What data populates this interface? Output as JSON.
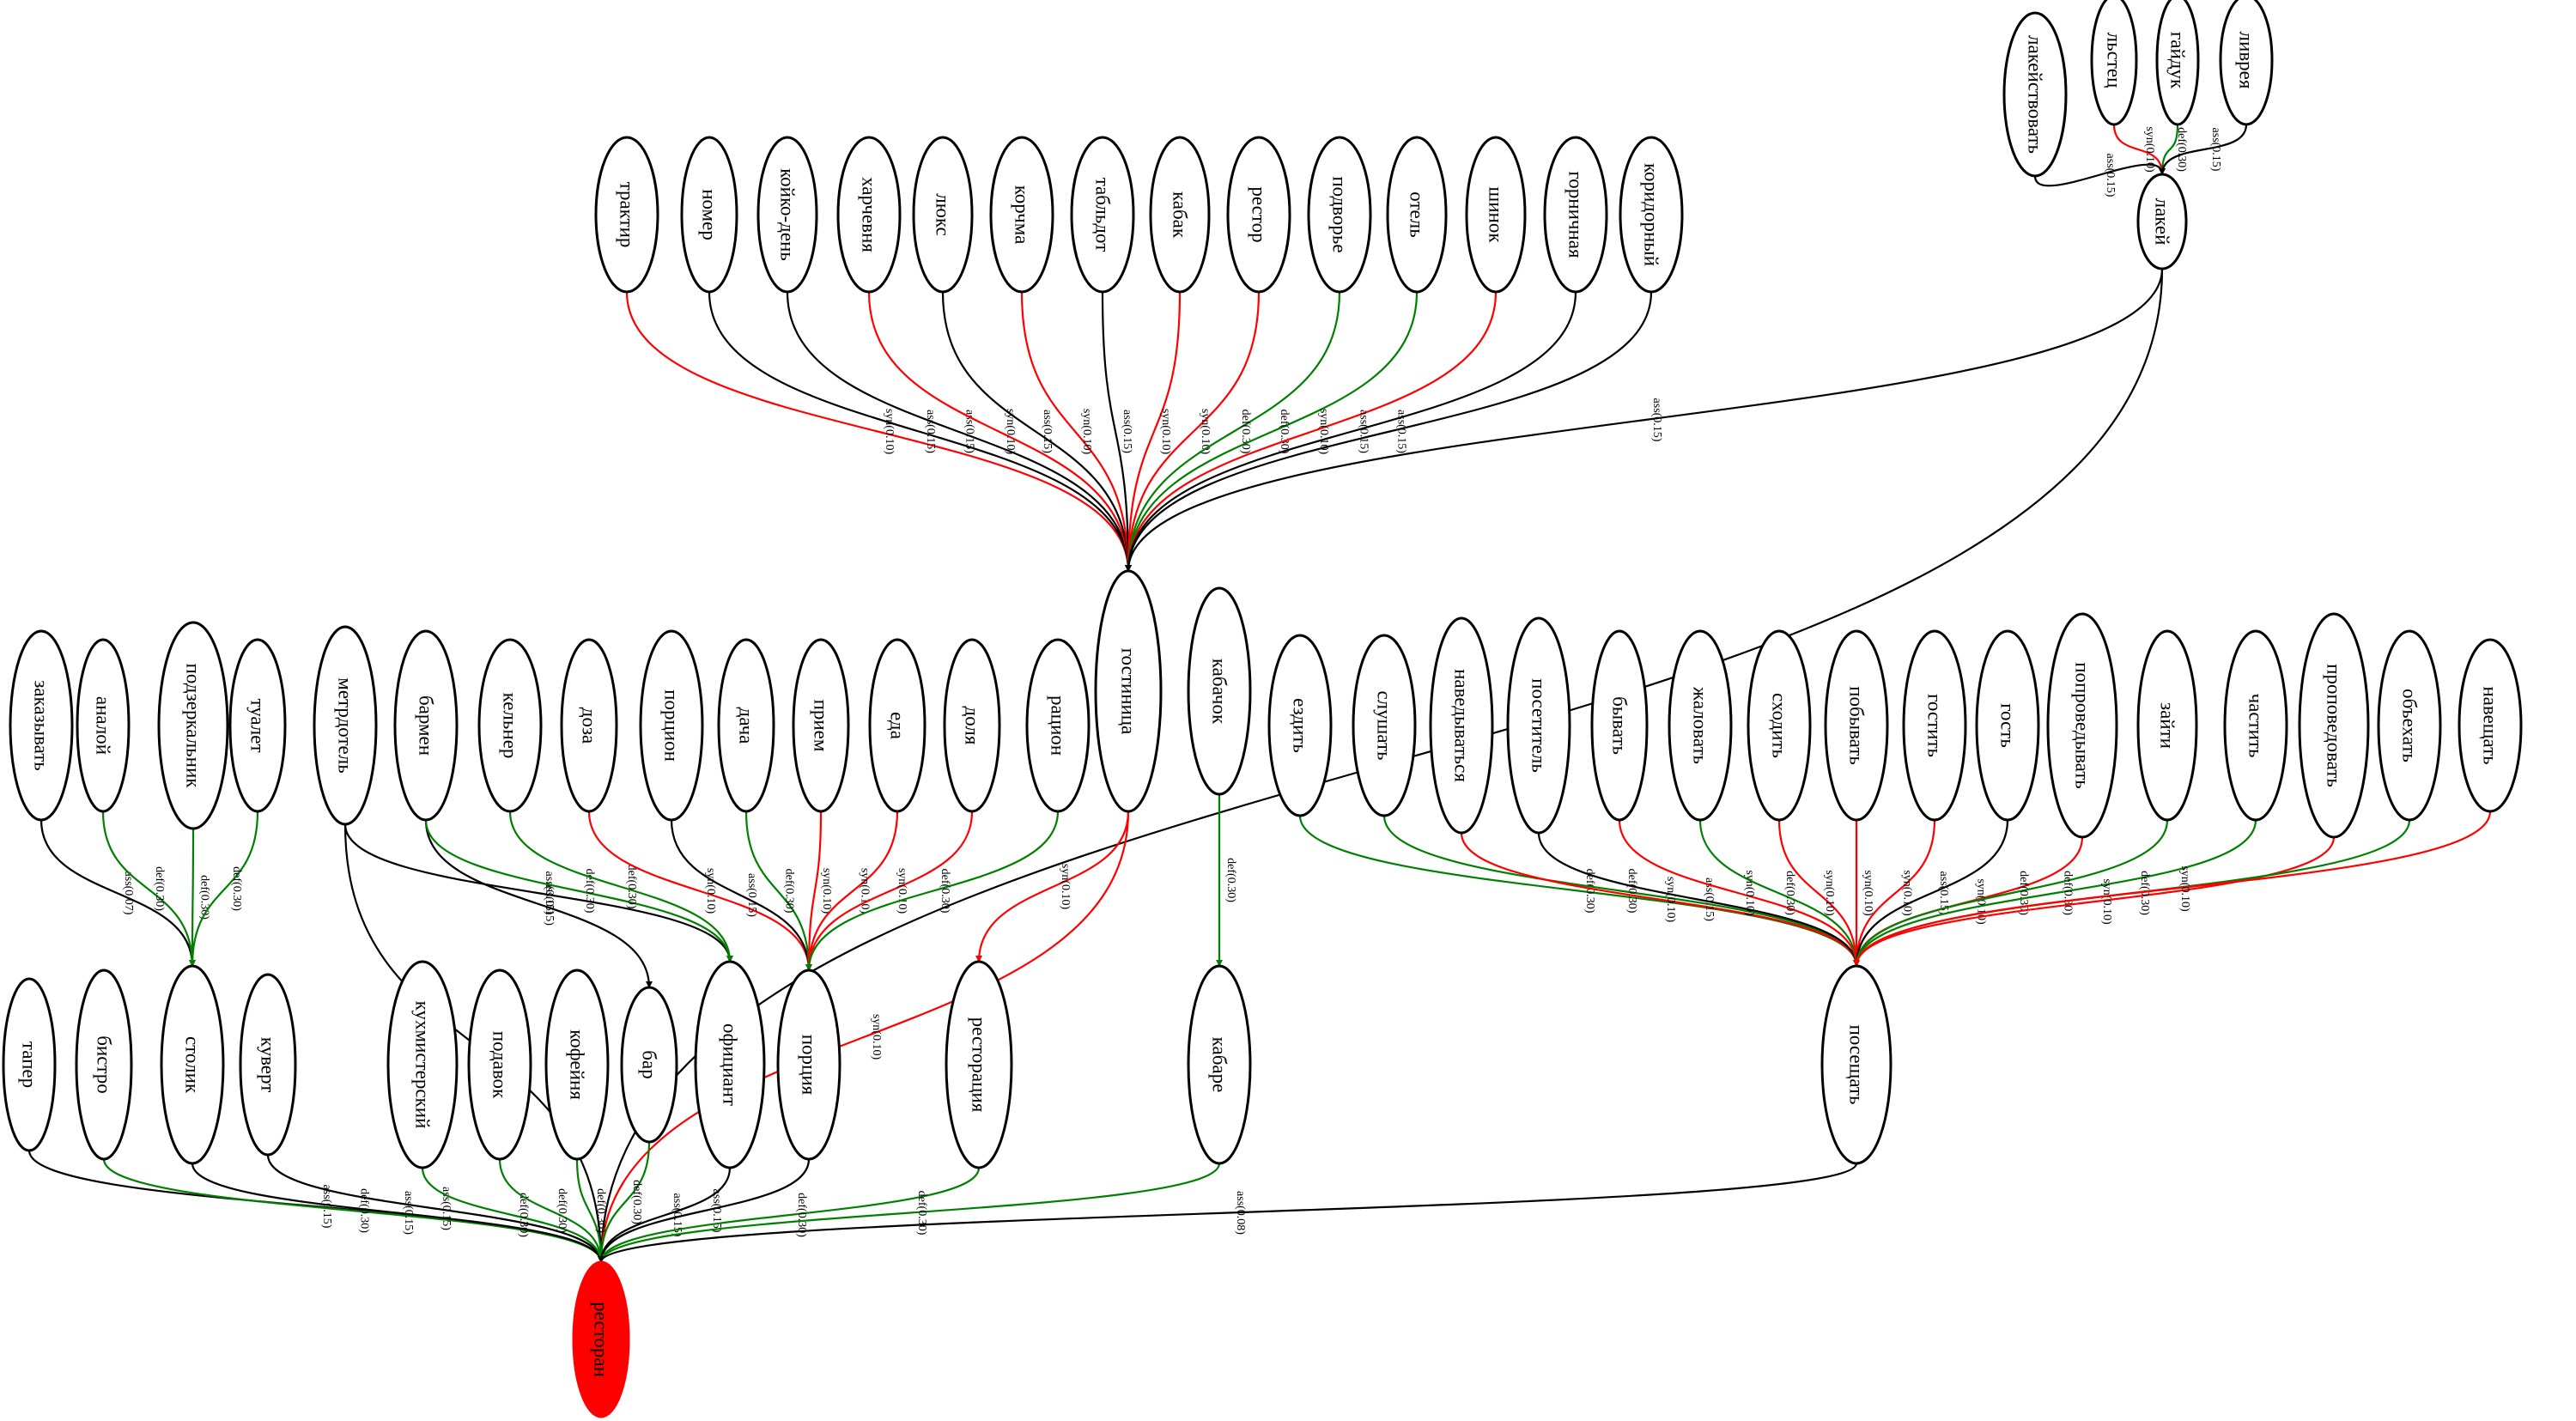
{
  "colors": {
    "ass": "#000000",
    "syn": "#ff0000",
    "def": "#008000",
    "root": "#ff0000"
  },
  "nodes": [
    {
      "id": "restoran",
      "label": "ресторан",
      "root": true
    },
    {
      "id": "lakeistvovat",
      "label": "лакействовать"
    },
    {
      "id": "lstets",
      "label": "льстец"
    },
    {
      "id": "gaiduk",
      "label": "гайдук"
    },
    {
      "id": "livreya",
      "label": "ливрея"
    },
    {
      "id": "lakei",
      "label": "лакей"
    },
    {
      "id": "traktir",
      "label": "трактир"
    },
    {
      "id": "nomer",
      "label": "номер"
    },
    {
      "id": "koiko",
      "label": "койко-день"
    },
    {
      "id": "harchevnya",
      "label": "харчевня"
    },
    {
      "id": "lyuks",
      "label": "люкс"
    },
    {
      "id": "korchma",
      "label": "корчма"
    },
    {
      "id": "tabldot",
      "label": "табльдот"
    },
    {
      "id": "kabak",
      "label": "кабак"
    },
    {
      "id": "restor",
      "label": "рестор"
    },
    {
      "id": "podvorye",
      "label": "подворье"
    },
    {
      "id": "otel",
      "label": "отель"
    },
    {
      "id": "shinok",
      "label": "шинок"
    },
    {
      "id": "gornichnaya",
      "label": "горничная"
    },
    {
      "id": "koridorny",
      "label": "коридорный"
    },
    {
      "id": "gostinitsa",
      "label": "гостиница"
    },
    {
      "id": "kabachok",
      "label": "кабачок"
    },
    {
      "id": "zakazyvat",
      "label": "заказывать"
    },
    {
      "id": "analoi",
      "label": "аналой"
    },
    {
      "id": "podzerk",
      "label": "подзеркальник"
    },
    {
      "id": "tualet",
      "label": "туалет"
    },
    {
      "id": "metrdotel",
      "label": "метрдотель"
    },
    {
      "id": "barmen",
      "label": "бармен"
    },
    {
      "id": "kelner",
      "label": "кельнер"
    },
    {
      "id": "doza",
      "label": "доза"
    },
    {
      "id": "portsion",
      "label": "порцион"
    },
    {
      "id": "dacha",
      "label": "дача"
    },
    {
      "id": "priem",
      "label": "прием"
    },
    {
      "id": "eda",
      "label": "еда"
    },
    {
      "id": "dolya",
      "label": "доля"
    },
    {
      "id": "ratsion",
      "label": "рацион"
    },
    {
      "id": "ezdit",
      "label": "ездить"
    },
    {
      "id": "slushat",
      "label": "слушать"
    },
    {
      "id": "navedyvatsya",
      "label": "наведываться"
    },
    {
      "id": "posetitel",
      "label": "посетитель"
    },
    {
      "id": "byvat",
      "label": "бывать"
    },
    {
      "id": "zhalovat",
      "label": "жаловать"
    },
    {
      "id": "skhodit",
      "label": "сходить"
    },
    {
      "id": "pobyvat",
      "label": "побывать"
    },
    {
      "id": "gostit",
      "label": "гостить"
    },
    {
      "id": "gost",
      "label": "гость"
    },
    {
      "id": "propovedyvat",
      "label": "попроведывать"
    },
    {
      "id": "zaiti",
      "label": "зайти"
    },
    {
      "id": "chastit",
      "label": "частить"
    },
    {
      "id": "propovedovat",
      "label": "проповедовать"
    },
    {
      "id": "obekhat",
      "label": "объехать"
    },
    {
      "id": "naveshchat",
      "label": "навещать"
    },
    {
      "id": "taper",
      "label": "тапер"
    },
    {
      "id": "bistro",
      "label": "бистро"
    },
    {
      "id": "stolik",
      "label": "столик"
    },
    {
      "id": "kuvert",
      "label": "куверт"
    },
    {
      "id": "kukhmisterskiy",
      "label": "кухмистерский"
    },
    {
      "id": "podavok",
      "label": "подавок"
    },
    {
      "id": "kofeynya",
      "label": "кофейня"
    },
    {
      "id": "bar",
      "label": "бар"
    },
    {
      "id": "ofitsiant",
      "label": "официант"
    },
    {
      "id": "portsiya",
      "label": "порция"
    },
    {
      "id": "restoratsiya",
      "label": "ресторация"
    },
    {
      "id": "kabare",
      "label": "кабаре"
    },
    {
      "id": "poseshchat",
      "label": "посещать"
    }
  ],
  "edges": [
    {
      "from": "lakeistvovat",
      "to": "lakei",
      "label": "ass(0.15)",
      "type": "ass"
    },
    {
      "from": "lstets",
      "to": "lakei",
      "label": "syn(0.10)",
      "type": "syn"
    },
    {
      "from": "gaiduk",
      "to": "lakei",
      "label": "def(0.30)",
      "type": "def"
    },
    {
      "from": "livreya",
      "to": "lakei",
      "label": "ass(0.15)",
      "type": "ass"
    },
    {
      "from": "lakei",
      "to": "gostinitsa",
      "label": "ass(0.15)",
      "type": "ass"
    },
    {
      "from": "lakei",
      "to": "restoran",
      "label": "ass(0.15)",
      "type": "ass"
    },
    {
      "from": "traktir",
      "to": "gostinitsa",
      "label": "syn(0.10)",
      "type": "syn"
    },
    {
      "from": "nomer",
      "to": "gostinitsa",
      "label": "ass(0.15)",
      "type": "ass"
    },
    {
      "from": "koiko",
      "to": "gostinitsa",
      "label": "ass(0.15)",
      "type": "ass"
    },
    {
      "from": "harchevnya",
      "to": "gostinitsa",
      "label": "syn(0.10)",
      "type": "syn"
    },
    {
      "from": "lyuks",
      "to": "gostinitsa",
      "label": "ass(0.15)",
      "type": "ass"
    },
    {
      "from": "korchma",
      "to": "gostinitsa",
      "label": "syn(0.10)",
      "type": "syn"
    },
    {
      "from": "tabldot",
      "to": "gostinitsa",
      "label": "ass(0.15)",
      "type": "ass"
    },
    {
      "from": "kabak",
      "to": "gostinitsa",
      "label": "syn(0.10)",
      "type": "syn"
    },
    {
      "from": "restor",
      "to": "gostinitsa",
      "label": "syn(0.10)",
      "type": "syn"
    },
    {
      "from": "podvorye",
      "to": "gostinitsa",
      "label": "def(0.30)",
      "type": "def"
    },
    {
      "from": "otel",
      "to": "gostinitsa",
      "label": "def(0.30)",
      "type": "def"
    },
    {
      "from": "shinok",
      "to": "gostinitsa",
      "label": "syn(0.10)",
      "type": "syn"
    },
    {
      "from": "gornichnaya",
      "to": "gostinitsa",
      "label": "ass(0.15)",
      "type": "ass"
    },
    {
      "from": "koridorny",
      "to": "gostinitsa",
      "label": "ass(0.15)",
      "type": "ass"
    },
    {
      "from": "gostinitsa",
      "to": "restoratsiya",
      "label": "syn(0.10)",
      "type": "syn"
    },
    {
      "from": "gostinitsa",
      "to": "restoran",
      "label": "syn(0.10)",
      "type": "syn"
    },
    {
      "from": "kabachok",
      "to": "kabare",
      "label": "def(0.30)",
      "type": "def"
    },
    {
      "from": "zakazyvat",
      "to": "stolik",
      "label": "ass(0.07)",
      "type": "ass"
    },
    {
      "from": "analoi",
      "to": "stolik",
      "label": "def(0.30)",
      "type": "def"
    },
    {
      "from": "podzerk",
      "to": "stolik",
      "label": "def(0.30)",
      "type": "def"
    },
    {
      "from": "tualet",
      "to": "stolik",
      "label": "def(0.30)",
      "type": "def"
    },
    {
      "from": "metrdotel",
      "to": "ofitsiant",
      "label": "ass(0.15)",
      "type": "ass"
    },
    {
      "from": "metrdotel",
      "to": "restoran",
      "label": "ass(0.15)",
      "type": "ass"
    },
    {
      "from": "barmen",
      "to": "bar",
      "label": "ass(0.15)",
      "type": "ass"
    },
    {
      "from": "barmen",
      "to": "ofitsiant",
      "label": "def(0.30)",
      "type": "def"
    },
    {
      "from": "kelner",
      "to": "ofitsiant",
      "label": "def(0.30)",
      "type": "def"
    },
    {
      "from": "doza",
      "to": "portsiya",
      "label": "syn(0.10)",
      "type": "syn"
    },
    {
      "from": "portsion",
      "to": "portsiya",
      "label": "ass(0.15)",
      "type": "ass"
    },
    {
      "from": "dacha",
      "to": "portsiya",
      "label": "def(0.30)",
      "type": "def"
    },
    {
      "from": "priem",
      "to": "portsiya",
      "label": "syn(0.10)",
      "type": "syn"
    },
    {
      "from": "eda",
      "to": "portsiya",
      "label": "syn(0.10)",
      "type": "syn"
    },
    {
      "from": "dolya",
      "to": "portsiya",
      "label": "syn(0.10)",
      "type": "syn"
    },
    {
      "from": "ratsion",
      "to": "portsiya",
      "label": "def(0.30)",
      "type": "def"
    },
    {
      "from": "ezdit",
      "to": "poseshchat",
      "label": "def(0.30)",
      "type": "def"
    },
    {
      "from": "slushat",
      "to": "poseshchat",
      "label": "def(0.30)",
      "type": "def"
    },
    {
      "from": "navedyvatsya",
      "to": "poseshchat",
      "label": "syn(0.10)",
      "type": "syn"
    },
    {
      "from": "posetitel",
      "to": "poseshchat",
      "label": "ass(0.15)",
      "type": "ass"
    },
    {
      "from": "byvat",
      "to": "poseshchat",
      "label": "syn(0.10)",
      "type": "syn"
    },
    {
      "from": "zhalovat",
      "to": "poseshchat",
      "label": "def(0.30)",
      "type": "def"
    },
    {
      "from": "skhodit",
      "to": "poseshchat",
      "label": "syn(0.10)",
      "type": "syn"
    },
    {
      "from": "pobyvat",
      "to": "poseshchat",
      "label": "syn(0.10)",
      "type": "syn"
    },
    {
      "from": "gostit",
      "to": "poseshchat",
      "label": "syn(0.10)",
      "type": "syn"
    },
    {
      "from": "gost",
      "to": "poseshchat",
      "label": "ass(0.15)",
      "type": "ass"
    },
    {
      "from": "propovedyvat",
      "to": "poseshchat",
      "label": "syn(0.10)",
      "type": "syn"
    },
    {
      "from": "zaiti",
      "to": "poseshchat",
      "label": "def(0.30)",
      "type": "def"
    },
    {
      "from": "chastit",
      "to": "poseshchat",
      "label": "def(0.30)",
      "type": "def"
    },
    {
      "from": "propovedovat",
      "to": "poseshchat",
      "label": "syn(0.10)",
      "type": "syn"
    },
    {
      "from": "obekhat",
      "to": "poseshchat",
      "label": "def(0.30)",
      "type": "def"
    },
    {
      "from": "naveshchat",
      "to": "poseshchat",
      "label": "syn(0.10)",
      "type": "syn"
    },
    {
      "from": "taper",
      "to": "restoran",
      "label": "ass(0.15)",
      "type": "ass"
    },
    {
      "from": "bistro",
      "to": "restoran",
      "label": "def(0.30)",
      "type": "def"
    },
    {
      "from": "stolik",
      "to": "restoran",
      "label": "ass(0.15)",
      "type": "ass"
    },
    {
      "from": "kuvert",
      "to": "restoran",
      "label": "ass(0.15)",
      "type": "ass"
    },
    {
      "from": "kukhmisterskiy",
      "to": "restoran",
      "label": "def(0.30)",
      "type": "def"
    },
    {
      "from": "podavok",
      "to": "restoran",
      "label": "def(0.30)",
      "type": "def"
    },
    {
      "from": "kofeynya",
      "to": "restoran",
      "label": "def(0.30)",
      "type": "def"
    },
    {
      "from": "bar",
      "to": "restoran",
      "label": "def(0.30)",
      "type": "def"
    },
    {
      "from": "ofitsiant",
      "to": "restoran",
      "label": "ass(0.15)",
      "type": "ass"
    },
    {
      "from": "portsiya",
      "to": "restoran",
      "label": "ass(0.15)",
      "type": "ass"
    },
    {
      "from": "restoratsiya",
      "to": "restoran",
      "label": "def(0.30)",
      "type": "def"
    },
    {
      "from": "kabare",
      "to": "restoran",
      "label": "def(0.30)",
      "type": "def"
    },
    {
      "from": "poseshchat",
      "to": "restoran",
      "label": "ass(0.08)",
      "type": "ass"
    }
  ]
}
